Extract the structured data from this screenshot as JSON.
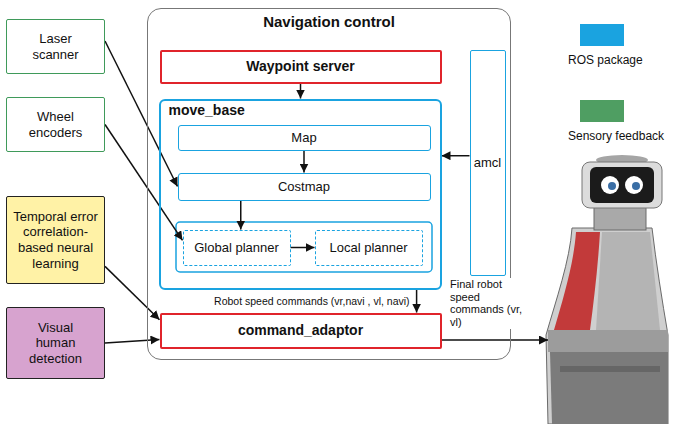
{
  "diagram": {
    "nodes": [
      {
        "text": [
          "Navigation control"
        ]
      },
      {
        "text": [
          "Waypoint server"
        ],
        "in": 0
      },
      {
        "text": [
          "move_base"
        ],
        "in": 0
      },
      {
        "text": [
          "Map"
        ],
        "in": 2
      },
      {
        "text": [
          "Costmap"
        ],
        "in": 2
      },
      {
        "text": [
          "Global planner"
        ],
        "in": 2
      },
      {
        "text": [
          "Local planner"
        ],
        "in": 2
      },
      {
        "text": [
          "amcl"
        ],
        "in": 0
      },
      {
        "text": [
          "command_adaptor"
        ],
        "in": 0
      },
      {
        "text": [
          "Laser scanner"
        ]
      },
      {
        "text": [
          "Wheel encoders"
        ]
      },
      {
        "text": [
          "Temporal error correlation-based neural learning"
        ]
      },
      {
        "text": [
          "Visual human detection"
        ]
      }
    ],
    "edges": [
      {
        "from": 1,
        "to": 2,
        "arrow": "to"
      },
      {
        "from": 3,
        "to": 4,
        "arrow": "to"
      },
      {
        "from": 4,
        "to": 5,
        "arrow": "to"
      },
      {
        "from": 5,
        "to": 6,
        "arrow": "to"
      },
      {
        "from": 7,
        "to": 2,
        "arrow": "to"
      },
      {
        "from": 9,
        "to": 4,
        "arrow": "to"
      },
      {
        "from": 10,
        "to": 5,
        "arrow": "to"
      },
      {
        "from": 2,
        "to": 8,
        "label": "Robot speed commands (vr,navi , vl, navi)",
        "arrow": "to"
      },
      {
        "from": 11,
        "to": 8,
        "arrow": "to"
      },
      {
        "from": 12,
        "to": 8,
        "arrow": "to"
      }
    ],
    "labels": [
      "Final robot speed commands (vr, vl)"
    ],
    "legend": [
      {
        "text": "ROS package",
        "color": "#1aa3e0"
      },
      {
        "text": "Sensory feedback",
        "color": "#4f9e62"
      }
    ]
  }
}
